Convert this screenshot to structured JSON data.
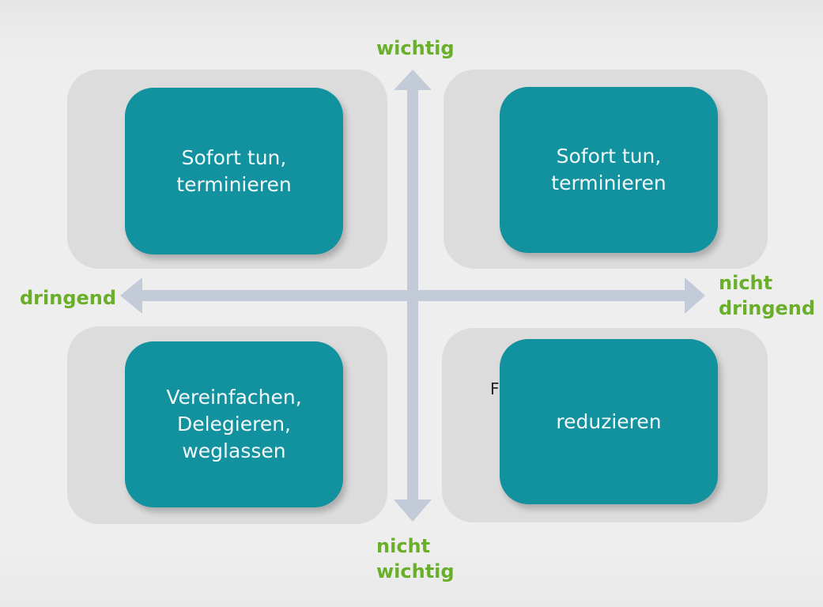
{
  "axes": {
    "top": "wichtig",
    "bottom": "nicht\nwichtig",
    "left": "dringend",
    "right": "nicht\ndringend"
  },
  "quadrants": {
    "top_left": "Sofort tun,\nterminieren",
    "top_right": "Sofort tun,\nterminieren",
    "bottom_left": "Vereinfachen,\nDelegieren,\nweglassen",
    "bottom_right": "reduzieren"
  },
  "stray_text": "F",
  "colors": {
    "box": "#12919f",
    "axis": "#c3cbd8",
    "label": "#6aaf2a",
    "panel": "#dcdcdc"
  }
}
